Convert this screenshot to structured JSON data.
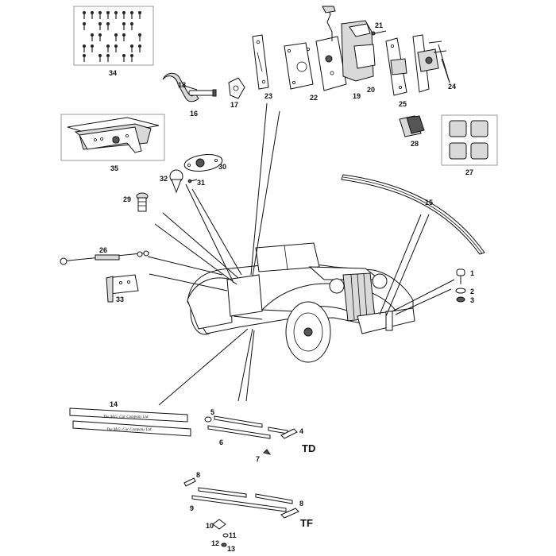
{
  "parts": {
    "p1": "1",
    "p2": "2",
    "p3": "3",
    "p4": "4",
    "p5": "5",
    "p6": "6",
    "p7": "7",
    "p8": "8",
    "p9": "9",
    "p10": "10",
    "p11": "11",
    "p12": "12",
    "p13": "13",
    "p14": "14",
    "p15": "15",
    "p16": "16",
    "p17": "17",
    "p18": "18",
    "p19": "19",
    "p20": "20",
    "p21": "21",
    "p22": "22",
    "p23": "23",
    "p24": "24",
    "p25": "25",
    "p26": "26",
    "p27": "27",
    "p28": "28",
    "p29": "29",
    "p30": "30",
    "p31": "31",
    "p32": "32",
    "p33": "33",
    "p34": "34",
    "p35": "35"
  },
  "models": {
    "td": "TD",
    "tf": "TF"
  },
  "strip_text": {
    "line1": "The M.G. Car Company Ltd.",
    "line2": "The M.G. Car Company Ltd."
  }
}
